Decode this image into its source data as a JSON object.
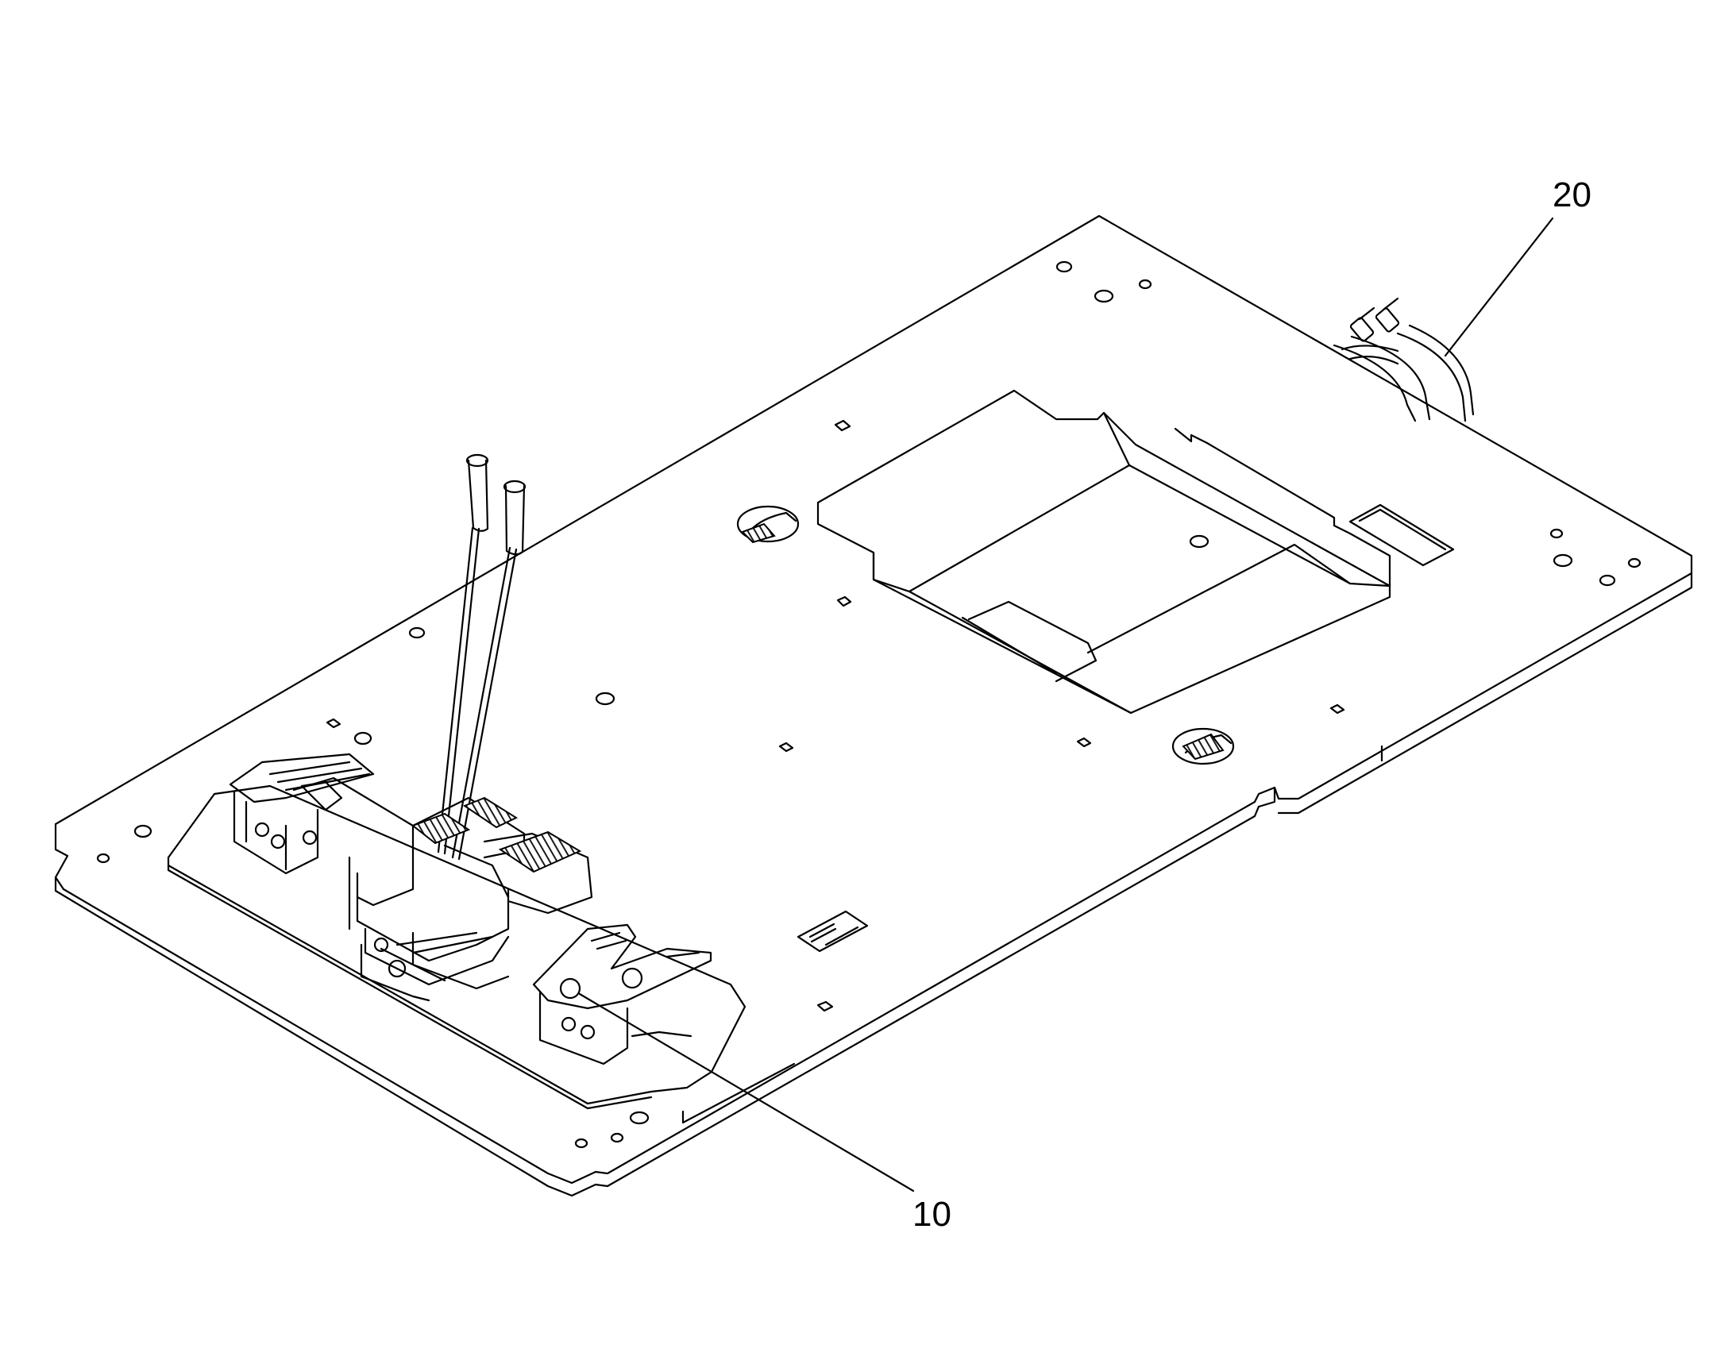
{
  "callouts": [
    {
      "id": "item-20",
      "label": "20"
    },
    {
      "id": "item-10",
      "label": "10"
    }
  ],
  "colors": {
    "line": "#000000",
    "background": "#ffffff",
    "hatch": "#1a1a1a"
  },
  "icons": {
    "control_levers": "lever-icon",
    "foot_pedals": "pedal-icon",
    "hoses": "hose-icon"
  }
}
